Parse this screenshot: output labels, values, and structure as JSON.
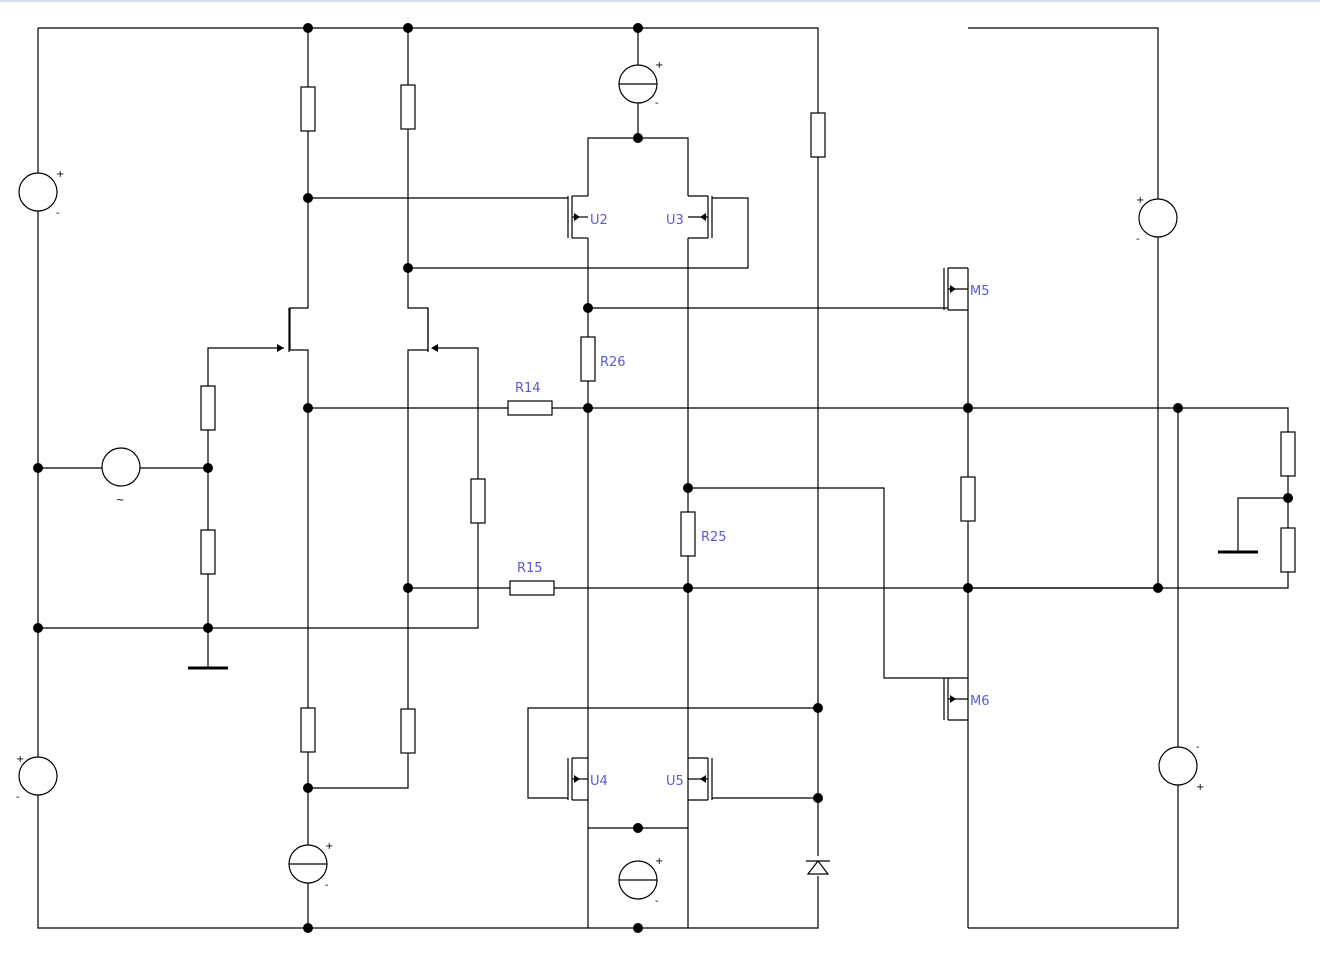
{
  "schematic": {
    "labels": {
      "r14": "R14",
      "r15": "R15",
      "r25": "R25",
      "r26": "R26",
      "u2": "U2",
      "u3": "U3",
      "u4": "U4",
      "u5": "U5",
      "m5": "M5",
      "m6": "M6"
    },
    "signs": {
      "plus": "+",
      "minus": "-",
      "tilde": "~"
    }
  }
}
